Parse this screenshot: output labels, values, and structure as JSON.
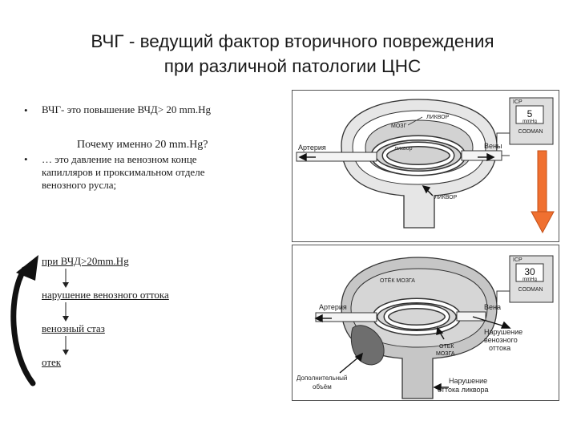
{
  "slide": {
    "title_line1": "ВЧГ - ведущий фактор вторичного повреждения",
    "title_line2": "при различной патологии ЦНС"
  },
  "bullets": {
    "marker": "•",
    "b1": "ВЧГ- это повышение ВЧД> 20 mm.Hg",
    "question": "Почему именно 20 mm.Hg?",
    "b2_l1": "… это давление на венозном конце",
    "b2_l2": "капилляров и проксимальном отделе",
    "b2_l3": "венозного русла;"
  },
  "cycle": {
    "step1": "при ВЧД>20mm.Hg",
    "step2": "нарушение венозного оттока",
    "step3": "венозный стаз",
    "step4": "отек"
  },
  "diagram_top": {
    "monitor_label": "ICP",
    "monitor_value": "5",
    "monitor_unit": "mmHg",
    "monitor_brand": "CODMAN",
    "brain": "МОЗГ",
    "csf": "ЛИКВОР",
    "artery": "Артерия",
    "veins": "Вены",
    "csf_inner": "ликвор",
    "csf_bottom": "ЛИКВОР"
  },
  "diagram_bottom": {
    "monitor_label": "ICP",
    "monitor_value": "30",
    "monitor_unit": "mmHg",
    "monitor_brand": "CODMAN",
    "edema_brain": "ОТЁК МОЗГА",
    "artery": "Артерия",
    "vein": "Вена",
    "venous_outflow_l1": "Нарушение",
    "venous_outflow_l2": "венозного",
    "venous_outflow_l3": "оттока",
    "edema_l1": "ОТЕК",
    "edema_l2": "МОЗГА",
    "extra_volume_l1": "Дополнительный",
    "extra_volume_l2": "объём",
    "csf_outflow_l1": "Нарушение",
    "csf_outflow_l2": "оттока  ликвора"
  },
  "colors": {
    "arrow_fill": "#f07030",
    "arrow_stroke": "#c24f18"
  }
}
